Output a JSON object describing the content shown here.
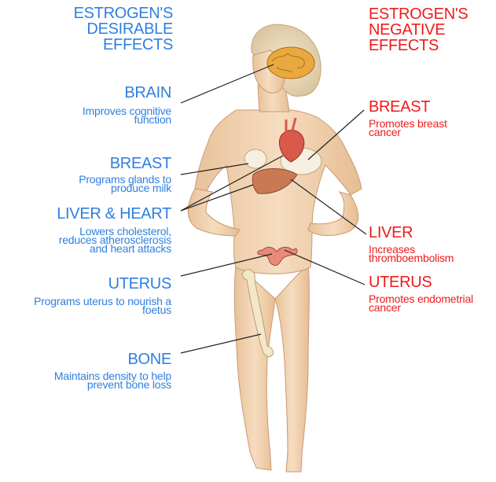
{
  "headings": {
    "desirable": "ESTROGEN'S\nDESIRABLE\nEFFECTS",
    "negative": "ESTROGEN'S\nNEGATIVE\nEFFECTS",
    "desirable_color": "#2f7fe0",
    "negative_color": "#ee1b1b"
  },
  "desirable_effects": [
    {
      "title": "BRAIN",
      "text": "Improves cognitive\nfunction"
    },
    {
      "title": "BREAST",
      "text": "Programs glands to\nproduce milk"
    },
    {
      "title": "LIVER & HEART",
      "text": "Lowers cholesterol,\nreduces atherosclerosis\nand heart attacks"
    },
    {
      "title": "UTERUS",
      "text": "Programs uterus to nourish a\nfoetus"
    },
    {
      "title": "BONE",
      "text": "Maintains density to help\nprevent bone loss"
    }
  ],
  "negative_effects": [
    {
      "title": "BREAST",
      "text": "Promotes breast\ncancer"
    },
    {
      "title": "LIVER",
      "text": "Increases\nthromboembolism"
    },
    {
      "title": "UTERUS",
      "text": "Promotes endometrial\ncancer"
    }
  ],
  "illustration": {
    "subject": "female-body-anatomy",
    "skin_color": "#f3d8b8",
    "hair_color": "#ecdcbe"
  }
}
